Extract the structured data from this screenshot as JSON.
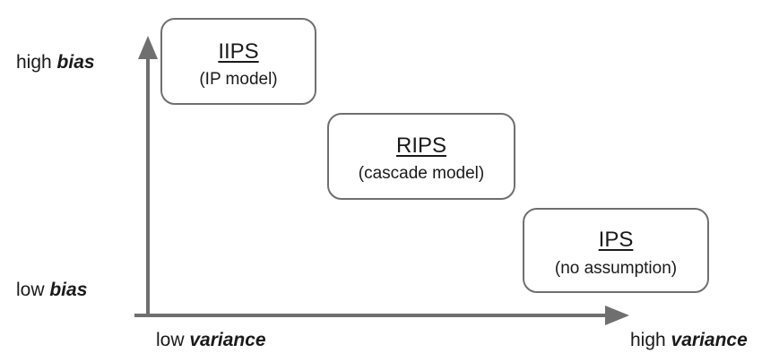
{
  "labels": {
    "high_bias": {
      "prefix": "high ",
      "emph": "bias"
    },
    "low_bias": {
      "prefix": "low ",
      "emph": "bias"
    },
    "low_variance": {
      "prefix": "low ",
      "emph": "variance"
    },
    "high_variance": {
      "prefix": "high ",
      "emph": "variance"
    }
  },
  "boxes": [
    {
      "title": "IIPS",
      "subtitle": "(IP model)"
    },
    {
      "title": "RIPS",
      "subtitle": "(cascade model)"
    },
    {
      "title": "IPS",
      "subtitle": "(no assumption)"
    }
  ],
  "colors": {
    "axis": "#6f6f6f",
    "box_border": "#6f6f6f",
    "text": "#1a1a1a"
  }
}
